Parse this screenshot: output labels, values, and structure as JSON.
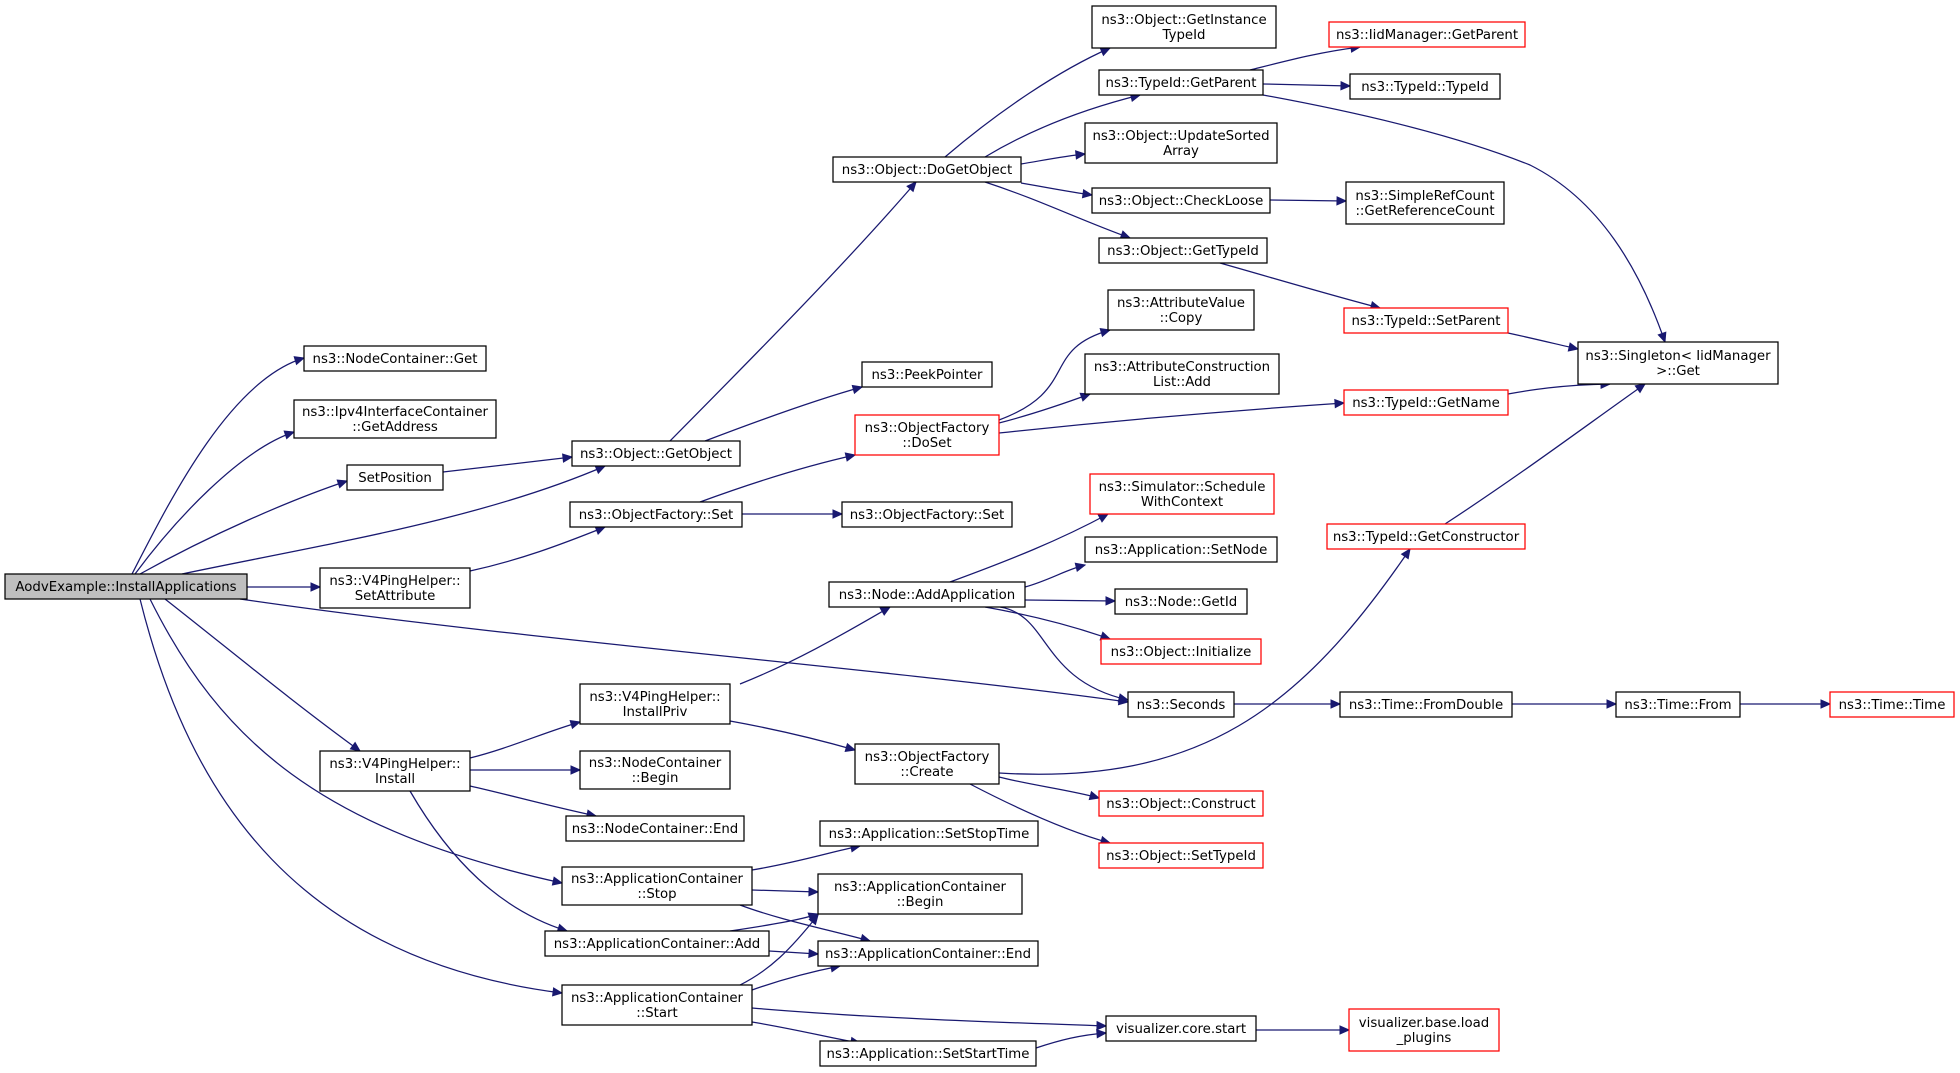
{
  "colors": {
    "edge": "#191970",
    "node_border": "#000000",
    "node_border_incomplete": "#ff0000",
    "root_fill": "#bfbfbf"
  },
  "nodes": {
    "root": {
      "lines": [
        "AodvExample::InstallApplications"
      ]
    },
    "nc_get": {
      "lines": [
        "ns3::NodeContainer::Get"
      ]
    },
    "ipv4_getaddr": {
      "lines": [
        "ns3::Ipv4InterfaceContainer",
        "::GetAddress"
      ]
    },
    "setposition": {
      "lines": [
        "SetPosition"
      ]
    },
    "v4_setattr": {
      "lines": [
        "ns3::V4PingHelper::",
        "SetAttribute"
      ]
    },
    "v4_install": {
      "lines": [
        "ns3::V4PingHelper::",
        "Install"
      ]
    },
    "obj_getobject": {
      "lines": [
        "ns3::Object::GetObject"
      ]
    },
    "of_set1": {
      "lines": [
        "ns3::ObjectFactory::Set"
      ]
    },
    "v4_installpriv": {
      "lines": [
        "ns3::V4PingHelper::",
        "InstallPriv"
      ]
    },
    "nc_begin": {
      "lines": [
        "ns3::NodeContainer",
        "::Begin"
      ]
    },
    "nc_end": {
      "lines": [
        "ns3::NodeContainer::End"
      ]
    },
    "ac_stop": {
      "lines": [
        "ns3::ApplicationContainer",
        "::Stop"
      ]
    },
    "ac_add": {
      "lines": [
        "ns3::ApplicationContainer::Add"
      ]
    },
    "ac_start": {
      "lines": [
        "ns3::ApplicationContainer",
        "::Start"
      ]
    },
    "obj_dogetobject": {
      "lines": [
        "ns3::Object::DoGetObject"
      ]
    },
    "peekpointer": {
      "lines": [
        "ns3::PeekPointer"
      ]
    },
    "of_doset": {
      "lines": [
        "ns3::ObjectFactory",
        "::DoSet"
      ]
    },
    "of_set2": {
      "lines": [
        "ns3::ObjectFactory::Set"
      ]
    },
    "node_addapp": {
      "lines": [
        "ns3::Node::AddApplication"
      ]
    },
    "of_create": {
      "lines": [
        "ns3::ObjectFactory",
        "::Create"
      ]
    },
    "app_setstoptime": {
      "lines": [
        "ns3::Application::SetStopTime"
      ]
    },
    "ac_begin": {
      "lines": [
        "ns3::ApplicationContainer",
        "::Begin"
      ]
    },
    "ac_end": {
      "lines": [
        "ns3::ApplicationContainer::End"
      ]
    },
    "app_setstarttime": {
      "lines": [
        "ns3::Application::SetStartTime"
      ]
    },
    "obj_getinstancetypeid": {
      "lines": [
        "ns3::Object::GetInstance",
        "TypeId"
      ]
    },
    "typeid_getparent": {
      "lines": [
        "ns3::TypeId::GetParent"
      ]
    },
    "obj_updatesorted": {
      "lines": [
        "ns3::Object::UpdateSorted",
        "Array"
      ]
    },
    "obj_checkloose": {
      "lines": [
        "ns3::Object::CheckLoose"
      ]
    },
    "obj_gettypeid": {
      "lines": [
        "ns3::Object::GetTypeId"
      ]
    },
    "attrval_copy": {
      "lines": [
        "ns3::AttributeValue",
        "::Copy"
      ]
    },
    "attrconst_add": {
      "lines": [
        "ns3::AttributeConstruction",
        "List::Add"
      ]
    },
    "sim_schedule": {
      "lines": [
        "ns3::Simulator::Schedule",
        "WithContext"
      ]
    },
    "app_setnode": {
      "lines": [
        "ns3::Application::SetNode"
      ]
    },
    "node_getid": {
      "lines": [
        "ns3::Node::GetId"
      ]
    },
    "obj_initialize": {
      "lines": [
        "ns3::Object::Initialize"
      ]
    },
    "seconds": {
      "lines": [
        "ns3::Seconds"
      ]
    },
    "obj_construct": {
      "lines": [
        "ns3::Object::Construct"
      ]
    },
    "obj_settypeid": {
      "lines": [
        "ns3::Object::SetTypeId"
      ]
    },
    "viz_core_start": {
      "lines": [
        "visualizer.core.start"
      ]
    },
    "iid_getparent": {
      "lines": [
        "ns3::IidManager::GetParent"
      ]
    },
    "typeid_typeid": {
      "lines": [
        "ns3::TypeId::TypeId"
      ]
    },
    "simplerefcount": {
      "lines": [
        "ns3::SimpleRefCount",
        "::GetReferenceCount"
      ]
    },
    "typeid_setparent": {
      "lines": [
        "ns3::TypeId::SetParent"
      ]
    },
    "typeid_getname": {
      "lines": [
        "ns3::TypeId::GetName"
      ]
    },
    "typeid_getconstructor": {
      "lines": [
        "ns3::TypeId::GetConstructor"
      ]
    },
    "time_fromdouble": {
      "lines": [
        "ns3::Time::FromDouble"
      ]
    },
    "viz_base_load": {
      "lines": [
        "visualizer.base.load",
        "_plugins"
      ]
    },
    "singleton_get": {
      "lines": [
        "ns3::Singleton< IidManager",
        " >::Get"
      ]
    },
    "time_from": {
      "lines": [
        "ns3::Time::From"
      ]
    },
    "time_time": {
      "lines": [
        "ns3::Time::Time"
      ]
    }
  }
}
